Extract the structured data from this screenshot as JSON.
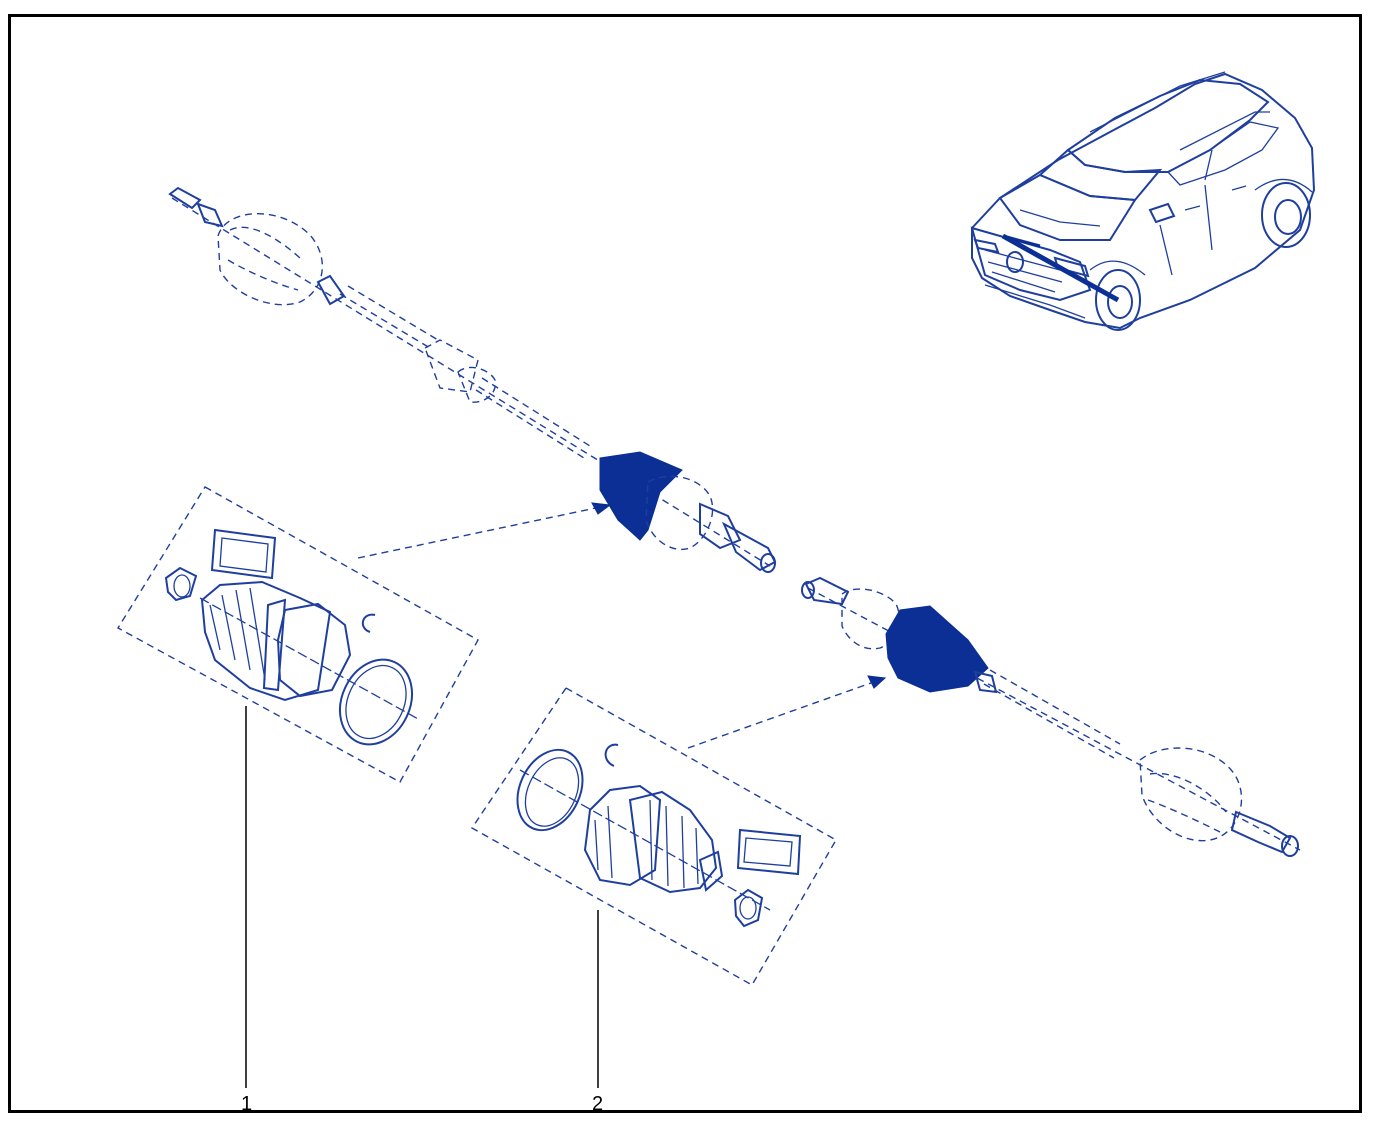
{
  "callouts": [
    {
      "id": "1",
      "label": "1"
    },
    {
      "id": "2",
      "label": "2"
    }
  ],
  "colors": {
    "line": "#1f3f9f",
    "fill": "#0b2f94",
    "frame": "#000000",
    "background": "#ffffff",
    "callout": "#000000"
  },
  "icons": {
    "vehicle": "suv-car-icon",
    "shaft_left": "drive-shaft-icon",
    "shaft_right": "drive-shaft-icon",
    "kit_1": "cv-boot-kit-icon",
    "kit_2": "cv-boot-kit-icon"
  }
}
